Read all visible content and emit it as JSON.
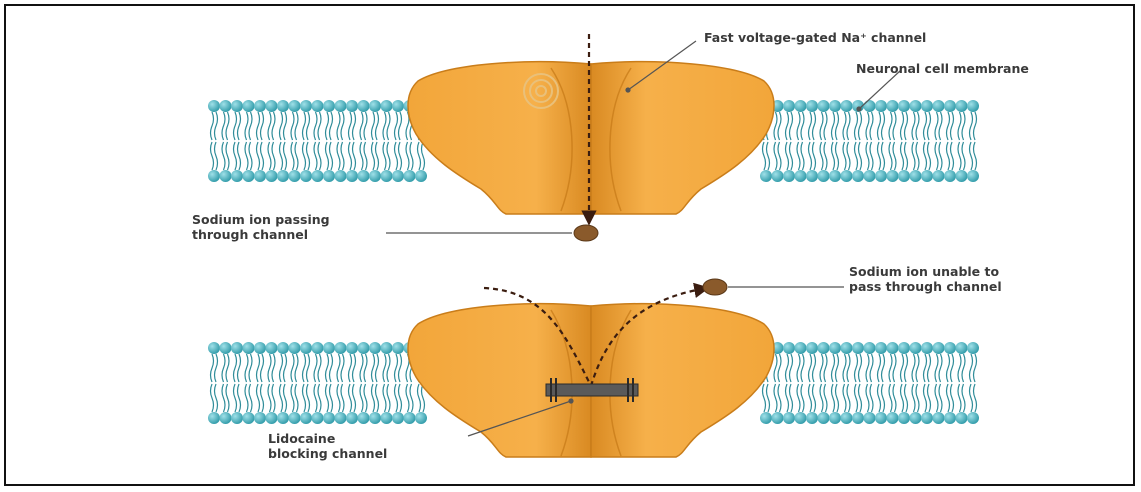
{
  "labels": {
    "na_channel": "Fast voltage-gated Na⁺ channel",
    "membrane": "Neuronal cell membrane",
    "ion_passing": "Sodium ion passing\nthrough channel",
    "ion_unable": "Sodium ion unable to\npass through channel",
    "lidocaine": "Lidocaine\nblocking channel"
  },
  "colors": {
    "channel": "#f0a22e",
    "channel_shade": "#d9831a",
    "membrane_head": "#4fb3c0",
    "membrane_tail": "#2f8c99",
    "ion": "#8a5a2b",
    "arrow": "#3b1d10",
    "blocker": "#5a5a5a"
  }
}
